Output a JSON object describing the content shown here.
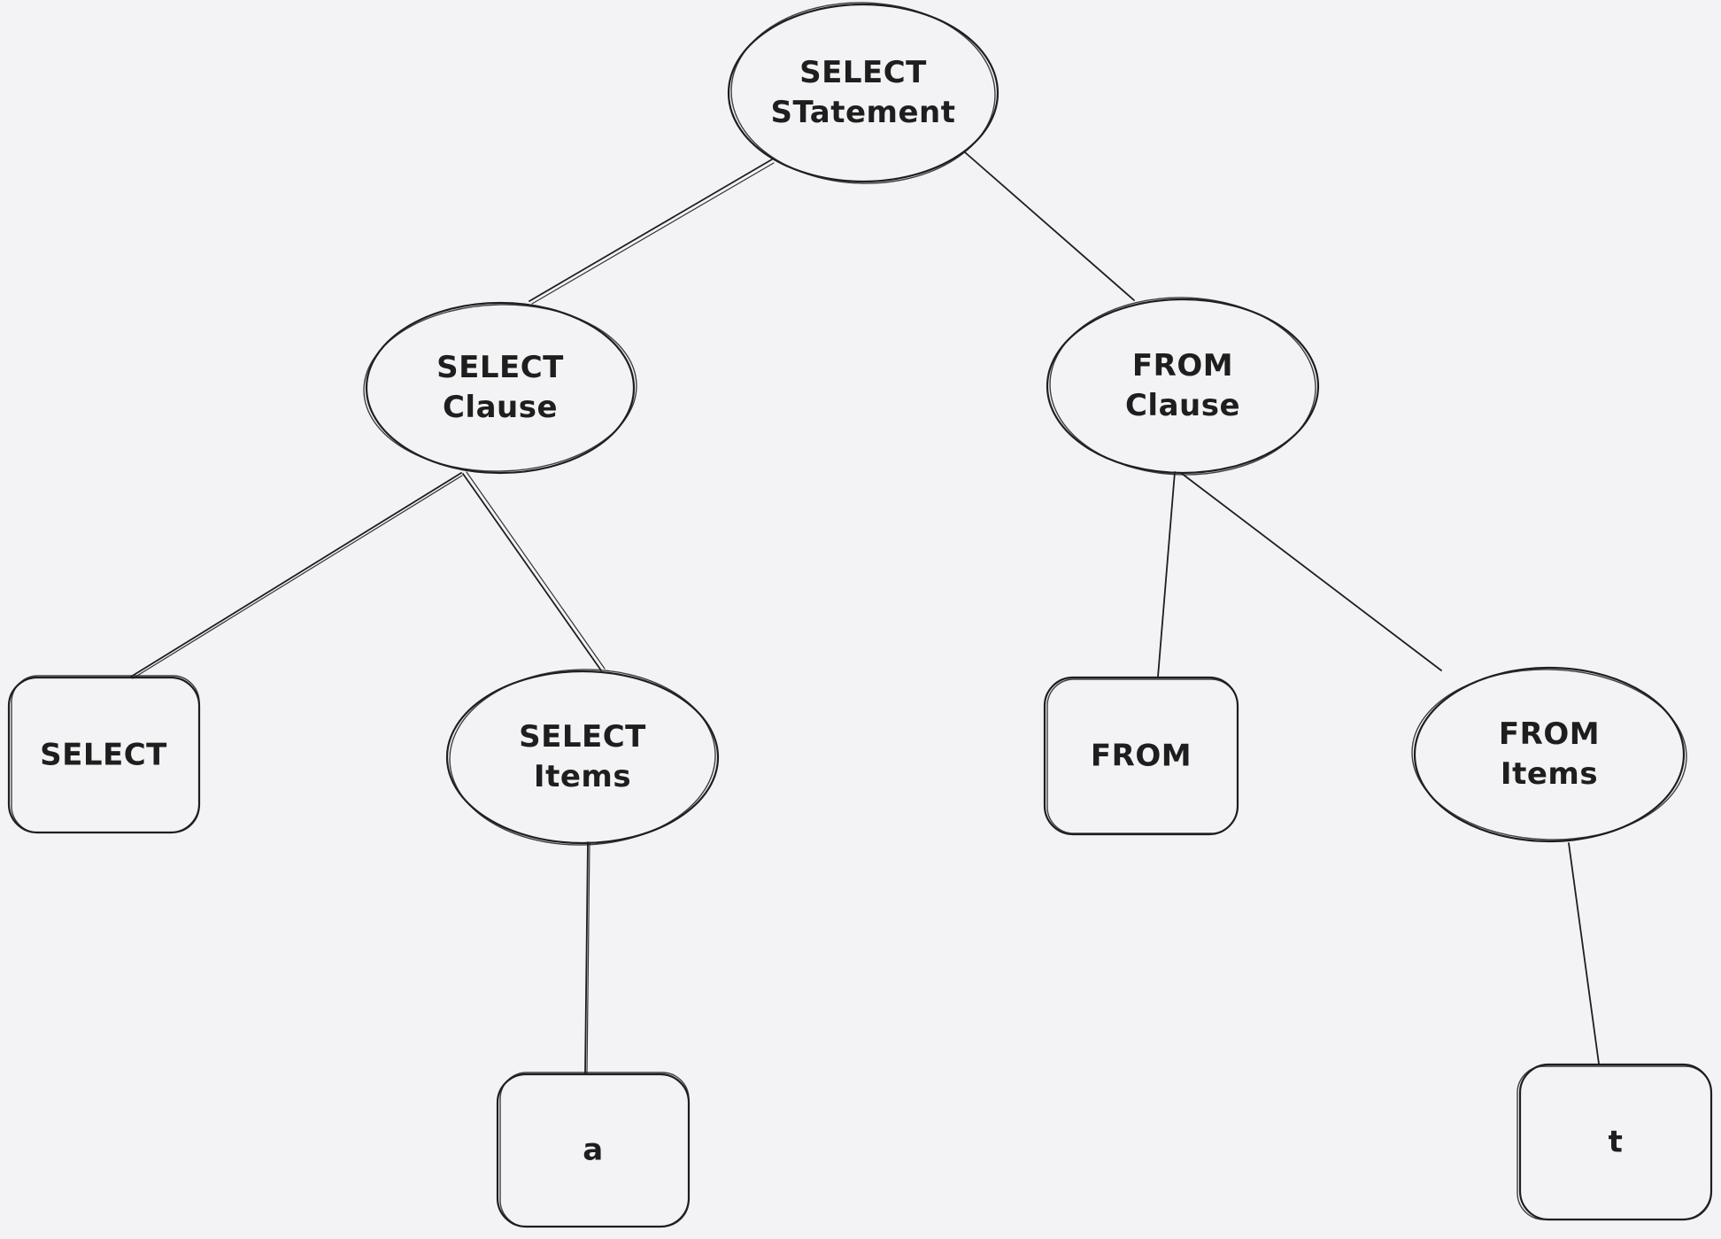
{
  "diagram": {
    "type": "parse-tree",
    "colors": {
      "background": "#f3f3f5",
      "stroke": "#1e1e1e"
    },
    "nodes": {
      "select_statement": {
        "label": "SELECT\nSTatement",
        "shape": "ellipse"
      },
      "select_clause": {
        "label": "SELECT\nClause",
        "shape": "ellipse"
      },
      "from_clause": {
        "label": "FROM\nClause",
        "shape": "ellipse"
      },
      "select_keyword": {
        "label": "SELECT",
        "shape": "rectangle"
      },
      "select_items": {
        "label": "SELECT\nItems",
        "shape": "ellipse"
      },
      "from_keyword": {
        "label": "FROM",
        "shape": "rectangle"
      },
      "from_items": {
        "label": "FROM\nItems",
        "shape": "ellipse"
      },
      "select_item_a": {
        "label": "a",
        "shape": "rectangle"
      },
      "from_item_t": {
        "label": "t",
        "shape": "rectangle"
      }
    },
    "edges": [
      {
        "from": "select_statement",
        "to": "select_clause"
      },
      {
        "from": "select_statement",
        "to": "from_clause"
      },
      {
        "from": "select_clause",
        "to": "select_keyword"
      },
      {
        "from": "select_clause",
        "to": "select_items"
      },
      {
        "from": "from_clause",
        "to": "from_keyword"
      },
      {
        "from": "from_clause",
        "to": "from_items"
      },
      {
        "from": "select_items",
        "to": "select_item_a"
      },
      {
        "from": "from_items",
        "to": "from_item_t"
      }
    ]
  }
}
